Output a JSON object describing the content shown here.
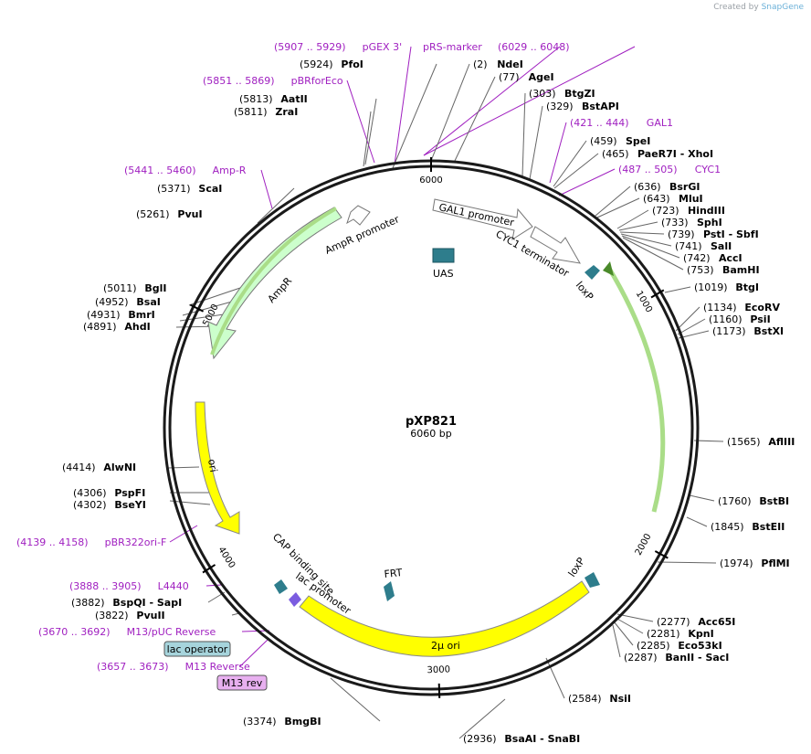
{
  "credit": {
    "prefix": "Created by",
    "brand": "SnapGene"
  },
  "plasmid": {
    "name": "pXP821",
    "length_label": "6060 bp",
    "length_bp": 6060
  },
  "ticks": [
    {
      "bp": 0,
      "label": "6000"
    },
    {
      "bp": 1000,
      "label": "1000"
    },
    {
      "bp": 2000,
      "label": "2000"
    },
    {
      "bp": 3000,
      "label": "3000"
    },
    {
      "bp": 4000,
      "label": "4000"
    },
    {
      "bp": 5000,
      "label": "5000"
    }
  ],
  "features": [
    {
      "label": "GAL1 promoter",
      "type": "promoter"
    },
    {
      "label": "CYC1 terminator",
      "type": "terminator"
    },
    {
      "label": "loxP",
      "type": "site"
    },
    {
      "label": "UAS",
      "type": "misc"
    },
    {
      "label": "AmpR promoter",
      "type": "promoter"
    },
    {
      "label": "AmpR",
      "type": "cds"
    },
    {
      "label": "ori",
      "type": "origin"
    },
    {
      "label": "CAP binding site",
      "type": "site"
    },
    {
      "label": "lac promoter",
      "type": "promoter"
    },
    {
      "label": "FRT",
      "type": "site"
    },
    {
      "label": "2µ ori",
      "type": "origin"
    },
    {
      "label": "loxP",
      "type": "site"
    }
  ],
  "boxes": [
    {
      "label": "lac operator",
      "color": "#a6d4dc"
    },
    {
      "label": "M13 rev",
      "color": "#e8b0f0"
    }
  ],
  "colors": {
    "promoter": "#ffffff",
    "cds": "#ccffcc",
    "origin": "#ffff00",
    "site": "#2e7d8c",
    "primer": "#a020c0",
    "backbone": "#1a1a1a"
  },
  "site_labels": [
    {
      "pos": "(5907 .. 5929)",
      "name": "pGEX 3'",
      "kind": "primer"
    },
    {
      "pos": "(5924)",
      "name": "PfoI",
      "kind": "enzyme"
    },
    {
      "pos": "",
      "name": "pRS-marker",
      "kind": "primer"
    },
    {
      "pos": "(6029 .. 6048)",
      "name": "",
      "kind": "primer"
    },
    {
      "pos": "(2)",
      "name": "NdeI",
      "kind": "enzyme"
    },
    {
      "pos": "(77)",
      "name": "AgeI",
      "kind": "enzyme"
    },
    {
      "pos": "(5851 .. 5869)",
      "name": "pBRforEco",
      "kind": "primer"
    },
    {
      "pos": "(5813)",
      "name": "AatII",
      "kind": "enzyme"
    },
    {
      "pos": "(5811)",
      "name": "ZraI",
      "kind": "enzyme"
    },
    {
      "pos": "(303)",
      "name": "BtgZI",
      "kind": "enzyme"
    },
    {
      "pos": "(329)",
      "name": "BstAPI",
      "kind": "enzyme"
    },
    {
      "pos": "(421 .. 444)",
      "name": "GAL1",
      "kind": "primer"
    },
    {
      "pos": "(459)",
      "name": "SpeI",
      "kind": "enzyme"
    },
    {
      "pos": "(465)",
      "name": "PaeR7I - XhoI",
      "kind": "enzyme"
    },
    {
      "pos": "(487 .. 505)",
      "name": "CYC1",
      "kind": "primer"
    },
    {
      "pos": "(5441 .. 5460)",
      "name": "Amp-R",
      "kind": "primer"
    },
    {
      "pos": "(5371)",
      "name": "ScaI",
      "kind": "enzyme"
    },
    {
      "pos": "(636)",
      "name": "BsrGI",
      "kind": "enzyme"
    },
    {
      "pos": "(643)",
      "name": "MluI",
      "kind": "enzyme"
    },
    {
      "pos": "(5261)",
      "name": "PvuI",
      "kind": "enzyme"
    },
    {
      "pos": "(723)",
      "name": "HindIII",
      "kind": "enzyme"
    },
    {
      "pos": "(733)",
      "name": "SphI",
      "kind": "enzyme"
    },
    {
      "pos": "(739)",
      "name": "PstI - SbfI",
      "kind": "enzyme"
    },
    {
      "pos": "(741)",
      "name": "SalI",
      "kind": "enzyme"
    },
    {
      "pos": "(742)",
      "name": "AccI",
      "kind": "enzyme"
    },
    {
      "pos": "(753)",
      "name": "BamHI",
      "kind": "enzyme"
    },
    {
      "pos": "(1019)",
      "name": "BtgI",
      "kind": "enzyme"
    },
    {
      "pos": "(5011)",
      "name": "BglI",
      "kind": "enzyme"
    },
    {
      "pos": "(4952)",
      "name": "BsaI",
      "kind": "enzyme"
    },
    {
      "pos": "(4931)",
      "name": "BmrI",
      "kind": "enzyme"
    },
    {
      "pos": "(4891)",
      "name": "AhdI",
      "kind": "enzyme"
    },
    {
      "pos": "(1134)",
      "name": "EcoRV",
      "kind": "enzyme"
    },
    {
      "pos": "(1160)",
      "name": "PsiI",
      "kind": "enzyme"
    },
    {
      "pos": "(1173)",
      "name": "BstXI",
      "kind": "enzyme"
    },
    {
      "pos": "(1565)",
      "name": "AflIII",
      "kind": "enzyme"
    },
    {
      "pos": "(4414)",
      "name": "AlwNI",
      "kind": "enzyme"
    },
    {
      "pos": "(4306)",
      "name": "PspFI",
      "kind": "enzyme"
    },
    {
      "pos": "(4302)",
      "name": "BseYI",
      "kind": "enzyme"
    },
    {
      "pos": "(1760)",
      "name": "BstBI",
      "kind": "enzyme"
    },
    {
      "pos": "(1845)",
      "name": "BstEII",
      "kind": "enzyme"
    },
    {
      "pos": "(4139 .. 4158)",
      "name": "pBR322ori-F",
      "kind": "primer"
    },
    {
      "pos": "(1974)",
      "name": "PflMI",
      "kind": "enzyme"
    },
    {
      "pos": "(3888 .. 3905)",
      "name": "L4440",
      "kind": "primer"
    },
    {
      "pos": "(3882)",
      "name": "BspQI - SapI",
      "kind": "enzyme"
    },
    {
      "pos": "(3822)",
      "name": "PvuII",
      "kind": "enzyme"
    },
    {
      "pos": "(3670 .. 3692)",
      "name": "M13/pUC Reverse",
      "kind": "primer"
    },
    {
      "pos": "(3657 .. 3673)",
      "name": "M13 Reverse",
      "kind": "primer"
    },
    {
      "pos": "(2277)",
      "name": "Acc65I",
      "kind": "enzyme"
    },
    {
      "pos": "(2281)",
      "name": "KpnI",
      "kind": "enzyme"
    },
    {
      "pos": "(2285)",
      "name": "Eco53kI",
      "kind": "enzyme"
    },
    {
      "pos": "(2287)",
      "name": "BanII - SacI",
      "kind": "enzyme"
    },
    {
      "pos": "(2584)",
      "name": "NsiI",
      "kind": "enzyme"
    },
    {
      "pos": "(3374)",
      "name": "BmgBI",
      "kind": "enzyme"
    },
    {
      "pos": "(2936)",
      "name": "BsaAI - SnaBI",
      "kind": "enzyme"
    }
  ]
}
